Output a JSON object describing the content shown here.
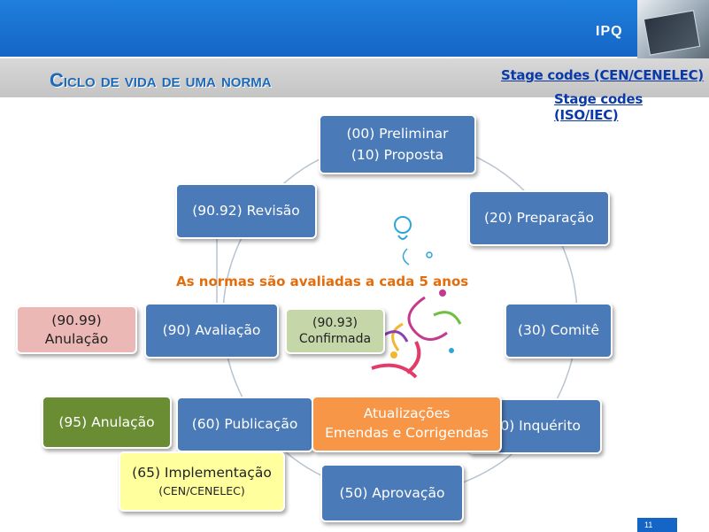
{
  "header": {
    "logo": "IPQ",
    "title": "Ciclo de vida de uma norma"
  },
  "links": {
    "cen": "Stage codes (CEN/CENELEC)",
    "iso": "Stage codes (ISO/IEC)"
  },
  "stages": {
    "preliminar": "(00) Preliminar",
    "proposta": "(10) Proposta",
    "preparacao": "(20) Preparação",
    "comite": "(30) Comitê",
    "inquerito": "(40) Inquérito",
    "aprovacao": "(50) Aprovação",
    "publicacao": "(60) Publicação",
    "avaliacao": "(90) Avaliação",
    "revisao": "(90.92) Revisão",
    "anulacao_code": "(90.99)",
    "anulacao": "Anulação",
    "confirmada_code": "(90.93)",
    "confirmada": "Confirmada",
    "anulacao_95": "(95) Anulação",
    "implementacao": "(65) Implementação",
    "implementacao_sub": "(CEN/CENELEC)",
    "atualizacoes": "Atualizações",
    "emendas": "Emendas e Corrigendas"
  },
  "center_note": "As normas são avaliadas a cada 5 anos",
  "page_number": "11",
  "colors": {
    "header_blue": "#1565c6",
    "stage_blue": "#4a7ab7",
    "title_blue": "#1e6ab8",
    "note_orange": "#e46c0a"
  }
}
